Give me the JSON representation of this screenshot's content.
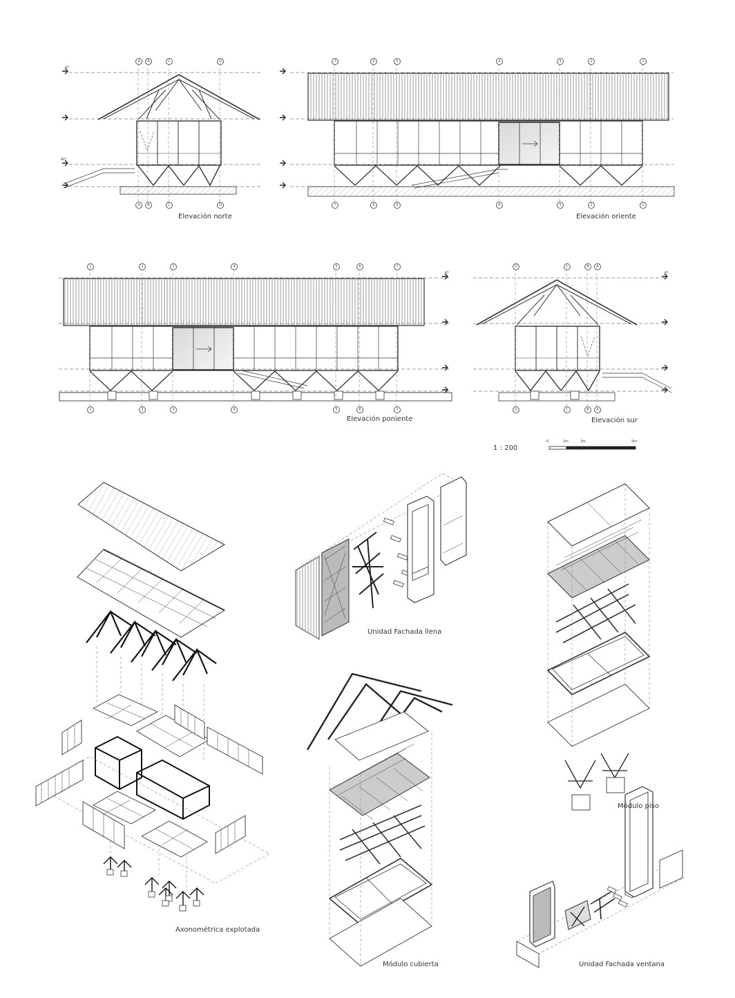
{
  "drawings": {
    "elevacion_norte": "Elevación norte",
    "elevacion_oriente": "Elevación oriente",
    "elevacion_poniente": "Elevación poniente",
    "elevacion_sur": "Elevación sur",
    "axonometrica": "Axonométrica explotada",
    "fachada_llena": "Unidad Fachada llena",
    "modulo_cubierta": "Módulo cubierta",
    "modulo_piso": "Módulo piso",
    "fachada_ventana": "Unidad Fachada ventana"
  },
  "scale": {
    "ratio": "1 : 200",
    "ticks": [
      "0",
      "1m",
      "2m",
      "5m"
    ]
  },
  "grid_labels": {
    "norte": [
      "A",
      "B",
      "C",
      "D"
    ],
    "sur": [
      "D",
      "C",
      "B",
      "A"
    ],
    "oriente": [
      "7",
      "6",
      "5",
      "4",
      "3",
      "2",
      "1"
    ],
    "poniente": [
      "1",
      "2",
      "3",
      "4",
      "5",
      "6",
      "7"
    ]
  },
  "level_labels": [
    "NT",
    "NPT",
    "NT",
    "NT"
  ]
}
